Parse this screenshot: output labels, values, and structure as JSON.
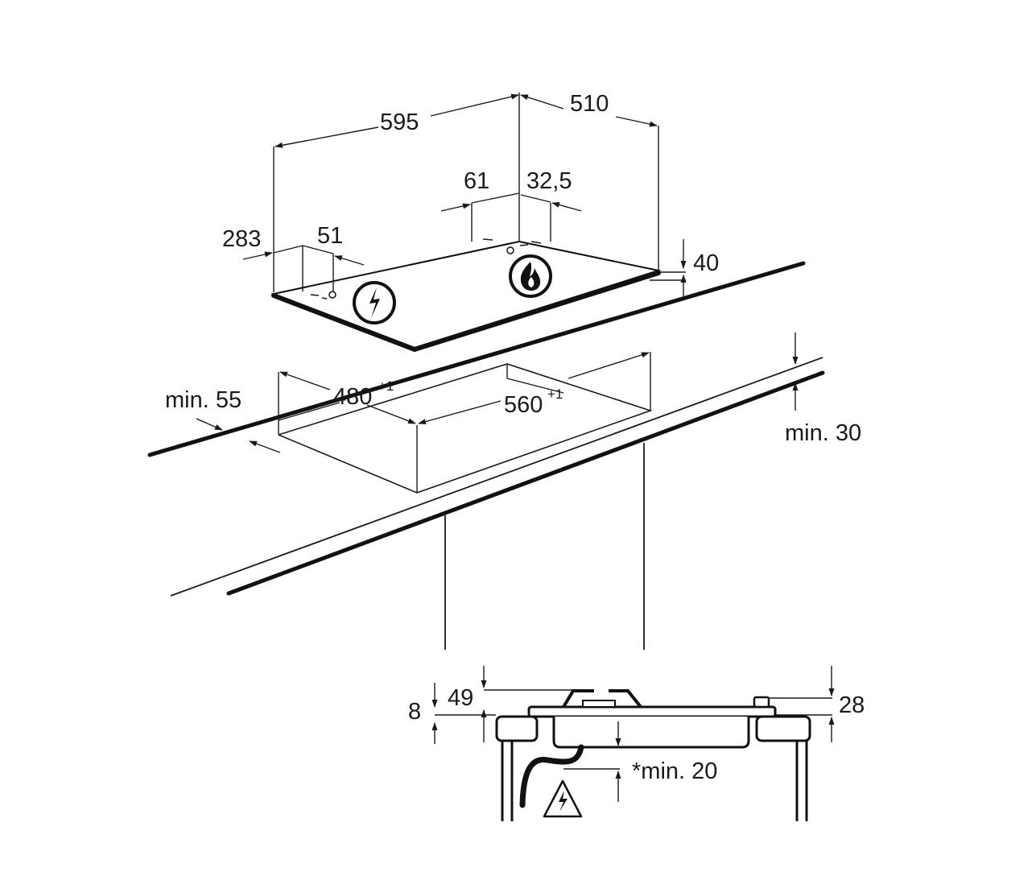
{
  "dimensions": {
    "width": "595",
    "depth": "510",
    "burner_offset_left": "61",
    "burner_offset_right": "32,5",
    "edge_left": "283",
    "edge_left_burner": "51",
    "height": "40",
    "cutout_depth": "480",
    "cutout_depth_tol": "+1",
    "cutout_width": "560",
    "cutout_width_tol": "+1",
    "min_front": "min. 55",
    "min_worktop": "min. 30",
    "side_8": "8",
    "side_49": "49",
    "side_28": "28",
    "min_clearance": "*min. 20"
  },
  "icons": {
    "electric_warning": "electric-bolt-icon",
    "gas_flame": "gas-flame-icon",
    "electric_triangle": "electric-warning-triangle-icon"
  },
  "colors": {
    "line": "#1a1a1a",
    "background": "#ffffff"
  }
}
